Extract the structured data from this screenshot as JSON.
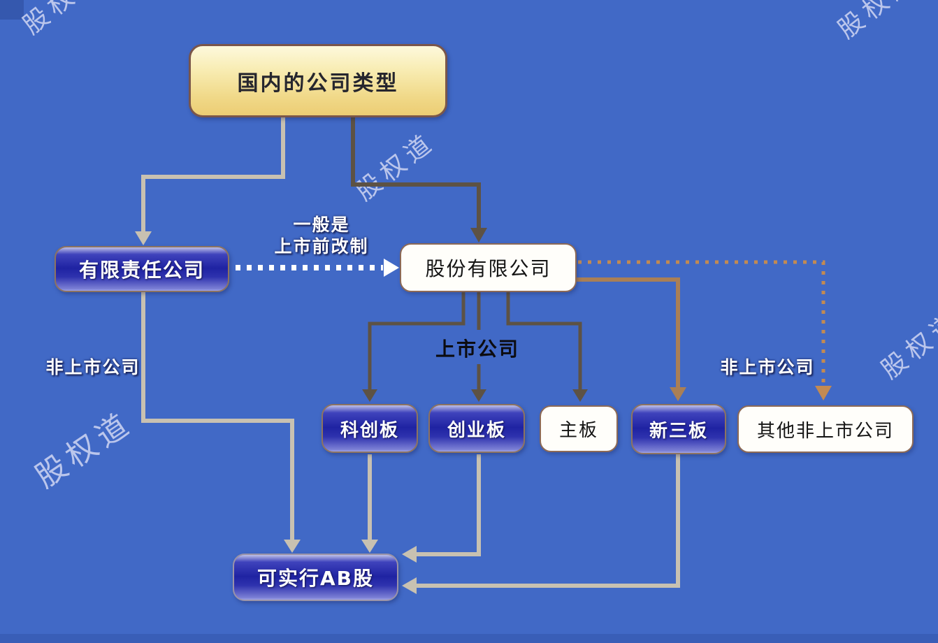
{
  "diagram": {
    "nodes": {
      "root": {
        "label": "国内的公司类型",
        "style": "yellow"
      },
      "llc": {
        "label": "有限责任公司",
        "style": "blue"
      },
      "jsc": {
        "label": "股份有限公司",
        "style": "white"
      },
      "star": {
        "label": "科创板",
        "style": "blue"
      },
      "chinext": {
        "label": "创业板",
        "style": "blue"
      },
      "main_board": {
        "label": "主板",
        "style": "white"
      },
      "neeq": {
        "label": "新三板",
        "style": "blue"
      },
      "other": {
        "label": "其他非上市公司",
        "style": "white"
      },
      "ab_share": {
        "label": "可实行AB股",
        "style": "blue"
      }
    },
    "edge_labels": {
      "restructure_line1": "一般是",
      "restructure_line2": "上市前改制",
      "listed": "上市公司",
      "non_listed_left": "非上市公司",
      "non_listed_right": "非上市公司"
    },
    "watermark_text": "股权道",
    "colors": {
      "background": "#4169c6",
      "yellow_node_top": "#fdf9dc",
      "yellow_node_bottom": "#eccd74",
      "blue_node_deep": "#1f23a2",
      "white_node_fill": "#fffefa",
      "node_border_brown": "#8d6a56",
      "dark_line": "#5d5244",
      "light_line": "#c8c1b1",
      "tan_line": "#aa7f55",
      "dotted_orange_line": "#c28a52",
      "dotted_white_line": "#ffffff",
      "watermark": "#dadef6"
    }
  }
}
